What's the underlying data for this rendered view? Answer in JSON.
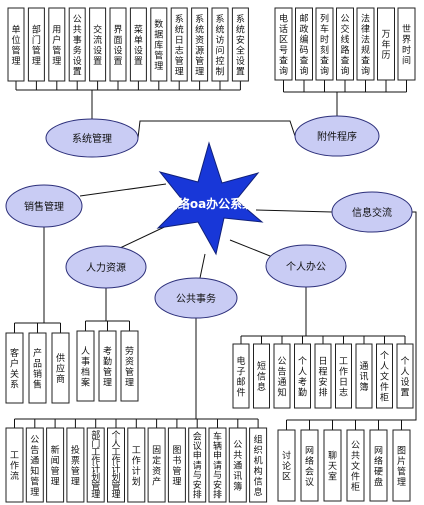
{
  "center": "网络oa办公系统",
  "categories": {
    "system_mgmt": "系统管理",
    "attachment": "附件程序",
    "sales": "销售管理",
    "info_exchange": "信息交流",
    "hr": "人力资源",
    "personal": "个人办公",
    "public_affairs": "公共事务"
  },
  "system_items": [
    "单位管理",
    "部门管理",
    "用户管理",
    "公共事务设置",
    "交流设置",
    "界面设置",
    "菜单设置",
    "数据库管理",
    "系统日志管理",
    "系统资源管理",
    "系统访问控制",
    "系统安全设置"
  ],
  "attachment_items": [
    "电话区号查询",
    "邮政编码查询",
    "列车时刻查询",
    "公交线路查询",
    "法律法规查询",
    "万年历",
    "世界时间"
  ],
  "sales_items": [
    "客户关系",
    "产品销售",
    "供应商"
  ],
  "hr_items": [
    "人事档案",
    "考勤管理",
    "劳资管理"
  ],
  "personal_items": [
    "电子邮件",
    "短信息",
    "公告通知",
    "个人考勤",
    "日程安排",
    "工作日志",
    "通讯簿",
    "个人文件柜",
    "个人设置"
  ],
  "public_items": [
    "工作流",
    "公告通知管理",
    "新闻管理",
    "投票管理",
    "部门工作计划管理",
    "个人工作计划管理",
    "工作计划",
    "固定资产",
    "图书管理",
    "会议申请与安排",
    "车辆申请与安排",
    "公共通讯簿",
    "组织机构信息"
  ],
  "info_items": [
    "讨论区",
    "网络会议",
    "聊天室",
    "公共文件柜",
    "网络硬盘",
    "图片管理"
  ]
}
